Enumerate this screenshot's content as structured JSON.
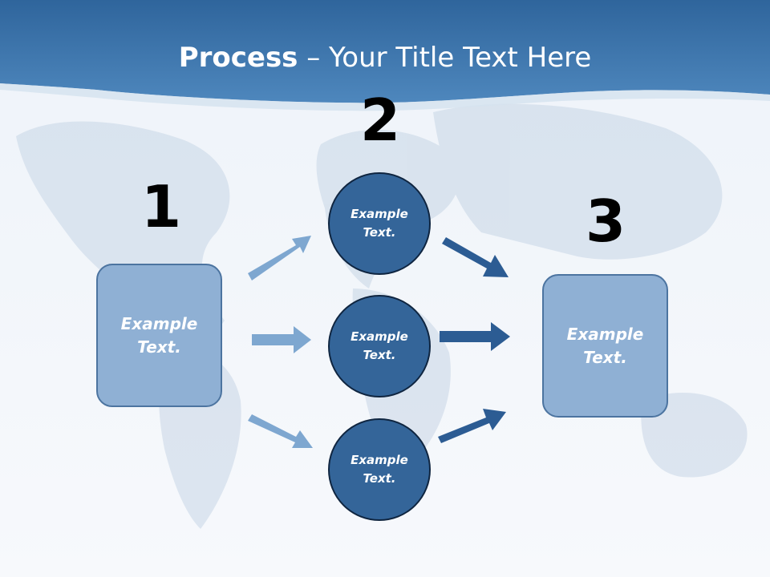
{
  "title": {
    "bold": "Process",
    "rest": " – Your Title Text Here"
  },
  "step_numbers": [
    "1",
    "2",
    "3"
  ],
  "nodes": {
    "left_box": [
      "Example",
      "Text."
    ],
    "circle_top": [
      "Example",
      "Text."
    ],
    "circle_middle": [
      "Example",
      "Text."
    ],
    "circle_bottom": [
      "Example",
      "Text."
    ],
    "right_box": [
      "Example",
      "Text."
    ]
  },
  "colors": {
    "header_band": "#3b74ad",
    "box_fill": "#8fb0d4",
    "circle_fill": "#346599",
    "light_arrow": "#7ea7d0",
    "dark_arrow": "#2c5c93"
  }
}
